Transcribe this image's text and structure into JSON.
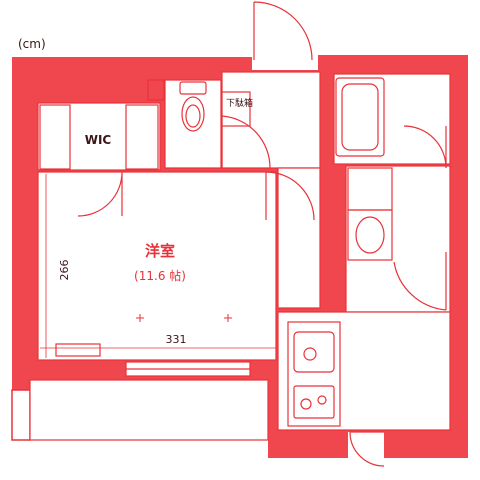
{
  "plan": {
    "unit_label": "(cm)",
    "rooms": {
      "wic": "WIC",
      "western_room": "洋室",
      "western_room_size": "(11.6 帖)",
      "shoe_cabinet": "下駄箱"
    },
    "dimensions": {
      "width": "331",
      "height": "266"
    },
    "colors": {
      "wall": "#f0474f",
      "line": "#e8323a",
      "room_fill": "#ffffff"
    }
  }
}
